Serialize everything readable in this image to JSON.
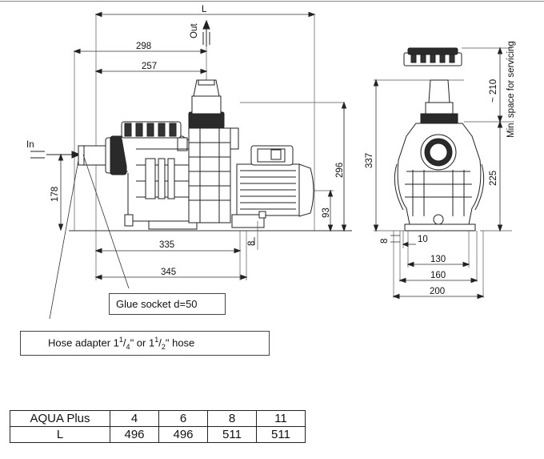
{
  "dimensions": {
    "overall_length_label": "L",
    "out_label": "Out",
    "in_label": "In",
    "d298": "298",
    "d257": "257",
    "d178": "178",
    "d335": "335",
    "d345": "345",
    "d296": "296",
    "d93": "93",
    "d8_side": "8",
    "d337": "337",
    "d210": "~ 210",
    "d225": "225",
    "d8_front": "8",
    "d10": "10",
    "d130": "130",
    "d160": "160",
    "d200": "200",
    "service_note": "Min. space for servicing"
  },
  "callouts": {
    "glue_socket": "Glue socket  d=50",
    "hose_prefix": "Hose adapter 1",
    "hose_frac1": "1",
    "hose_frac1_den": "4",
    "hose_mid": "\"  or 1",
    "hose_frac2": "1",
    "hose_frac2_den": "2",
    "hose_suffix": "\" hose"
  },
  "table": {
    "header_label": "AQUA Plus",
    "models": [
      "4",
      "6",
      "8",
      "11"
    ],
    "row_label": "L",
    "lengths": [
      "496",
      "496",
      "511",
      "511"
    ]
  }
}
